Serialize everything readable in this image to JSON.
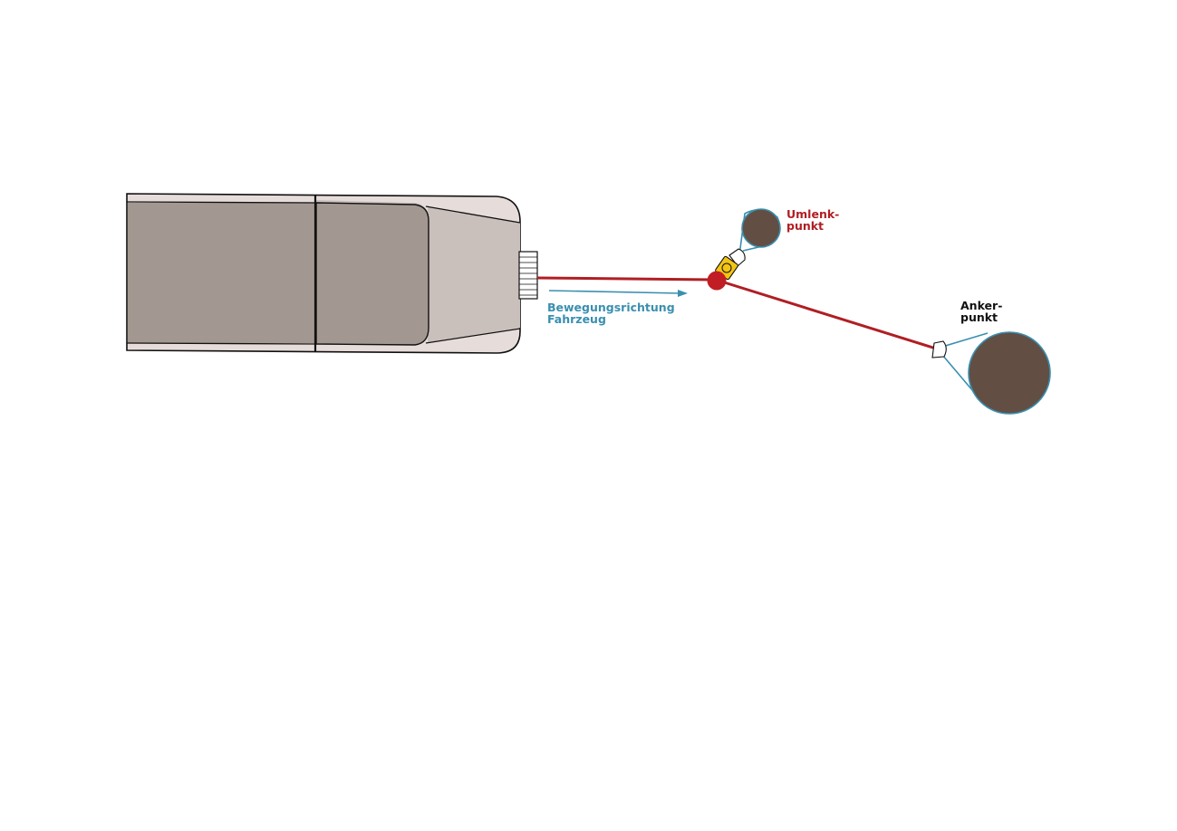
{
  "labels": {
    "direction_line1": "Bewegungsrichtung",
    "direction_line2": "Fahrzeug",
    "redirect_line1": "Umlenk-",
    "redirect_line2": "punkt",
    "anchor_line1": "Anker-",
    "anchor_line2": "punkt"
  },
  "colors": {
    "cable": "#b01e23",
    "direction_text": "#3a8fb0",
    "redirect_text": "#b01e23",
    "anchor_text": "#111111",
    "strap": "#3a8fb0",
    "tree": "#634e43",
    "vehicle_body": "#c9bfbb",
    "vehicle_bed": "#a39891",
    "vehicle_trim": "#e6ddda",
    "pulley": "#f2c414"
  }
}
